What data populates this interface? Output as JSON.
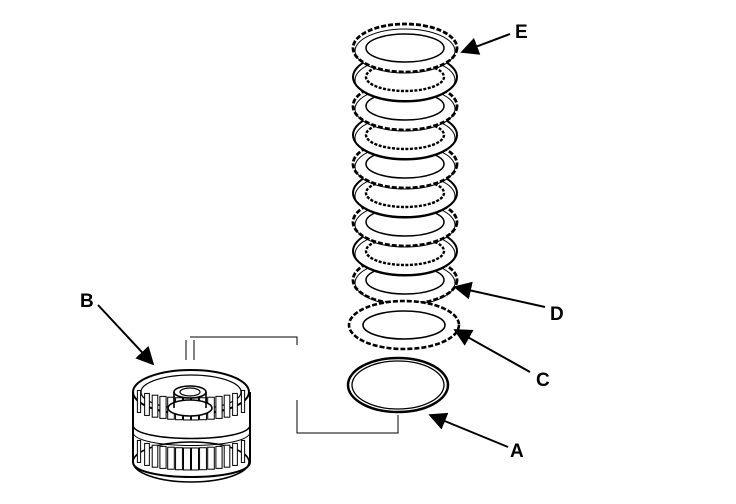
{
  "callouts": {
    "a": "A",
    "b": "B",
    "c": "C",
    "d": "D",
    "e": "E"
  },
  "colors": {
    "line": "#000000",
    "background": "#ffffff"
  }
}
